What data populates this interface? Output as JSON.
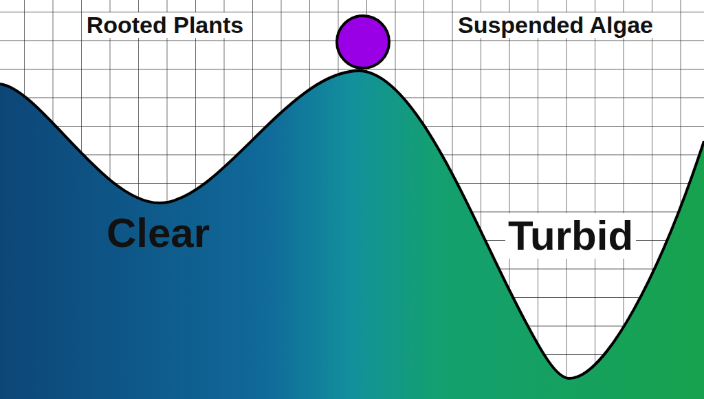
{
  "diagram": {
    "labels": [
      "Rooted Plants",
      "Suspended Algae",
      "Clear",
      "Turbid"
    ]
  }
}
